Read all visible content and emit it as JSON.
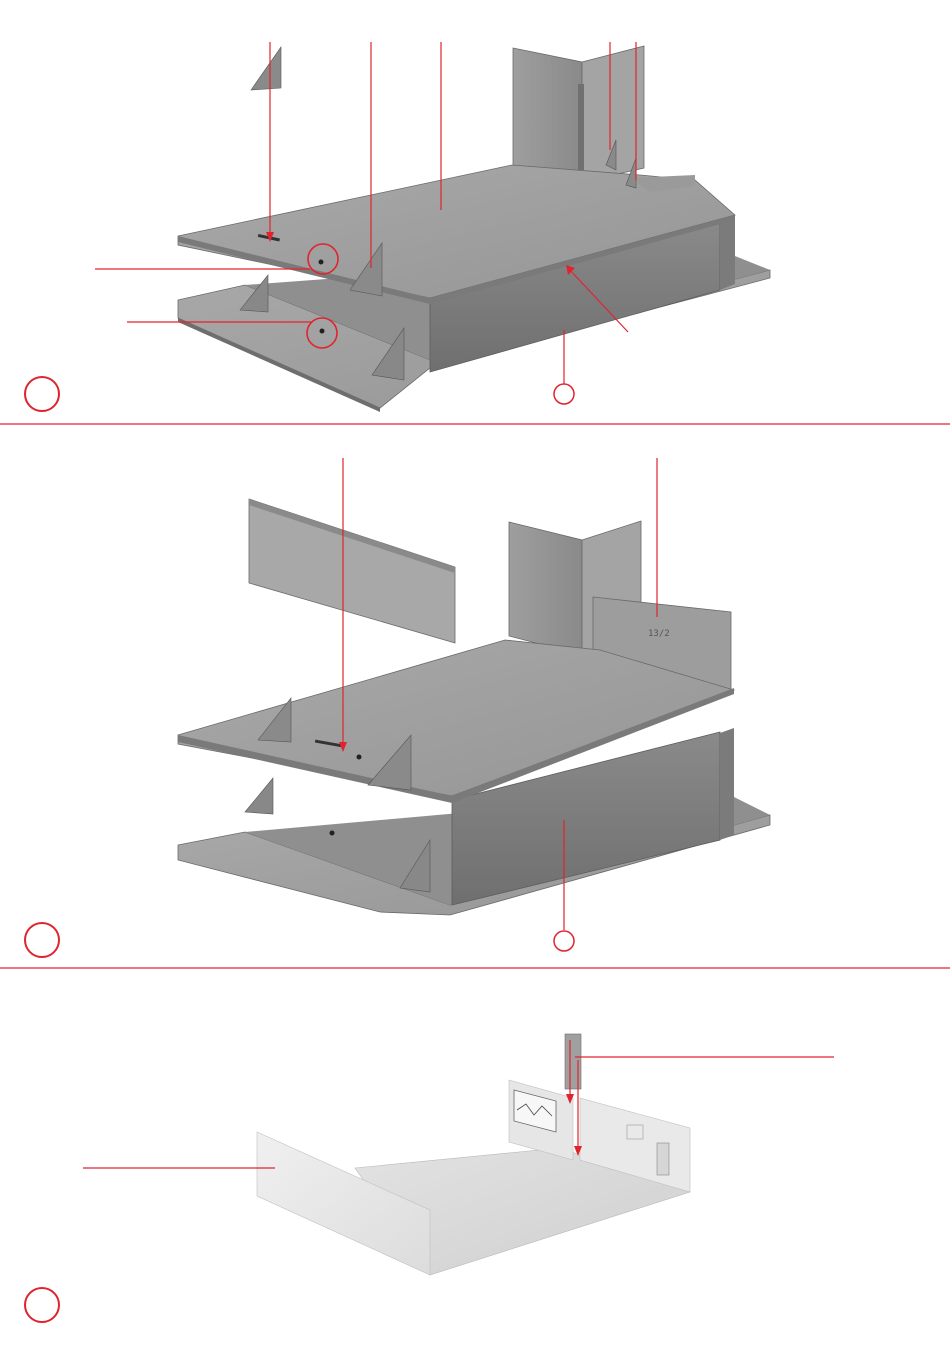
{
  "steps": [
    {
      "number": "",
      "callouts": []
    },
    {
      "number": "",
      "callouts": [],
      "panel_mark": "13/2"
    },
    {
      "number": "",
      "callouts": []
    }
  ],
  "icons": [
    "step-number-circle",
    "callout-marker-circle",
    "hole-highlight-circle"
  ],
  "colors": {
    "accent": "#e0242f",
    "board": "#9c9c9c",
    "board_light": "#b5b5b5",
    "board_dark": "#6e6e6e",
    "wall_white": "#ebebeb"
  }
}
